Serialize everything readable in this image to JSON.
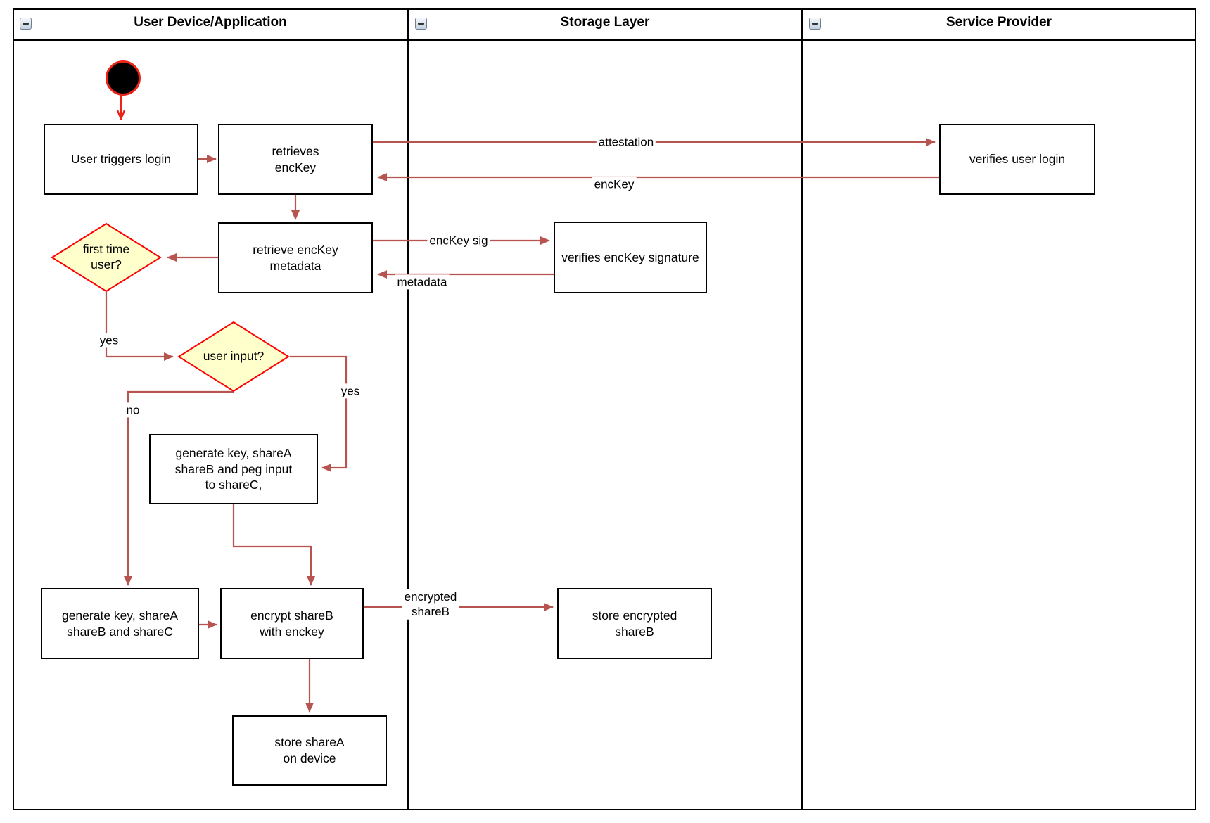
{
  "colors": {
    "arrow": "#b85450",
    "start_arrow": "#ee2318",
    "diamond_fill": "#ffffcc",
    "diamond_border": "#ff0000",
    "box_border": "#000000"
  },
  "lanes": [
    {
      "title": "User Device/Application"
    },
    {
      "title": "Storage Layer"
    },
    {
      "title": "Service Provider"
    }
  ],
  "nodes": {
    "user_triggers_login": {
      "label": "User triggers login"
    },
    "retrieves_enckey": {
      "label": "retrieves\nencKey"
    },
    "retrieve_enckey_metadata": {
      "label": "retrieve encKey\nmetadata"
    },
    "first_time_user": {
      "label": "first time\nuser?"
    },
    "user_input": {
      "label": "user input?"
    },
    "generate_key_peg": {
      "label": "generate key, shareA\nshareB and peg input\nto shareC,"
    },
    "generate_key_sharec": {
      "label": "generate key, shareA\nshareB and shareC"
    },
    "encrypt_shareb": {
      "label": "encrypt shareB\nwith enckey"
    },
    "store_sharea": {
      "label": "store shareA\non device"
    },
    "verifies_enckey_signature": {
      "label": "verifies encKey signature"
    },
    "store_encrypted_shareb": {
      "label": "store encrypted\nshareB"
    },
    "verifies_user_login": {
      "label": "verifies user login"
    }
  },
  "edge_labels": {
    "attestation": "attestation",
    "enckey": "encKey",
    "enckey_sig": "encKey sig",
    "metadata": "metadata",
    "encrypted_shareb": "encrypted\nshareB",
    "yes_first": "yes",
    "yes_second": "yes",
    "no": "no"
  }
}
